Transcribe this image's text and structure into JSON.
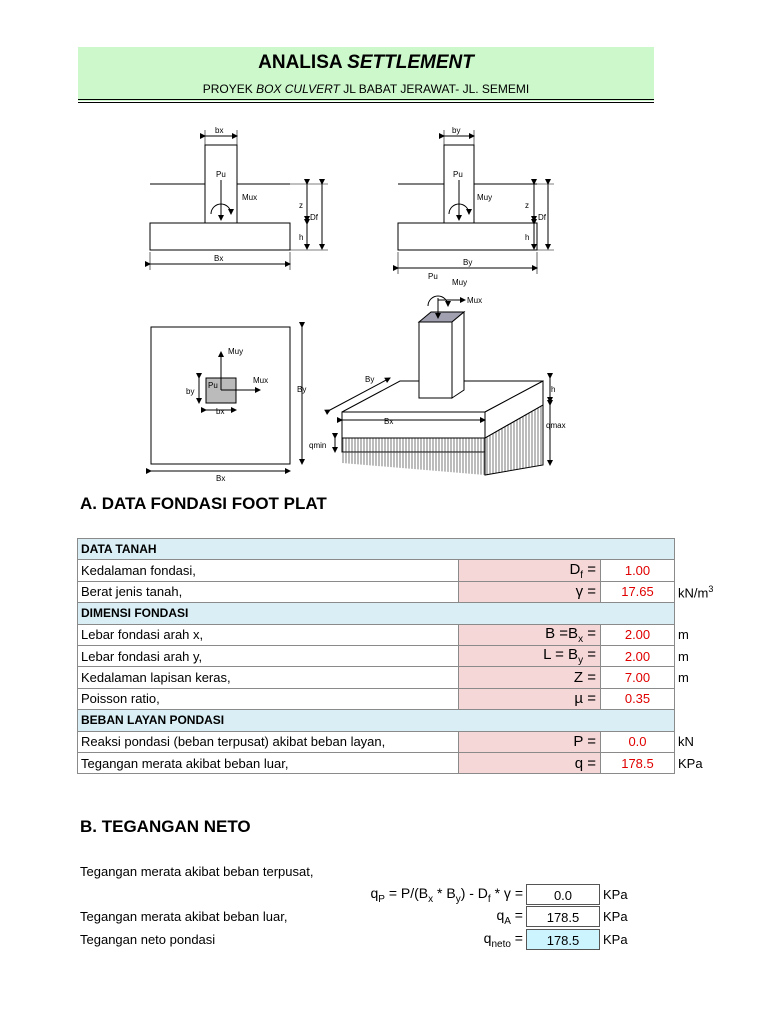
{
  "header": {
    "title_main": "ANALISA ",
    "title_italic": "SETTLEMENT",
    "subtitle_pre": "PROYEK ",
    "subtitle_italic": "BOX CULVERT",
    "subtitle_post": " JL BABAT JERAWAT- JL. SEMEMI"
  },
  "diagram": {
    "bx": "bx",
    "by": "by",
    "Bx": "Bx",
    "By": "By",
    "Pu": "Pu",
    "Mux": "Mux",
    "Muy": "Muy",
    "z": "z",
    "h": "h",
    "Df": "Df",
    "qmin": "qmin",
    "qmax": "qmax"
  },
  "section_a": "A. DATA FONDASI FOOT PLAT",
  "table": {
    "hdr_tanah": "DATA TANAH",
    "rows_tanah": [
      {
        "desc": "Kedalaman fondasi,",
        "sym": "Df =",
        "val": "1.00",
        "unit": ""
      },
      {
        "desc": "Berat jenis tanah,",
        "sym": "γ =",
        "val": "17.65",
        "unit": "kN/m3"
      }
    ],
    "hdr_dimensi": "DIMENSI FONDASI",
    "rows_dimensi": [
      {
        "desc": "Lebar fondasi arah x,",
        "sym": "B =Bx =",
        "val": "2.00",
        "unit": "m"
      },
      {
        "desc": "Lebar fondasi arah y,",
        "sym": "L = By =",
        "val": "2.00",
        "unit": "m"
      },
      {
        "desc": "Kedalaman lapisan keras,",
        "sym": "Z =",
        "val": "7.00",
        "unit": "m"
      },
      {
        "desc": "Poisson ratio,",
        "sym": "µ =",
        "val": "0.35",
        "unit": ""
      }
    ],
    "hdr_beban": "BEBAN LAYAN PONDASI",
    "rows_beban": [
      {
        "desc": "Reaksi pondasi (beban terpusat) akibat beban layan,",
        "sym": "P =",
        "val": "0.0",
        "unit": "kN"
      },
      {
        "desc": "Tegangan merata akibat beban luar,",
        "sym": "q =",
        "val": "178.5",
        "unit": "KPa"
      }
    ]
  },
  "section_b": "B. TEGANGAN NETO",
  "neto": {
    "line1": "Tegangan merata akibat beban terpusat,",
    "formula_qp": "qP = P/(Bx * By) - Df * γ =",
    "qp_val": "0.0",
    "qp_unit": "KPa",
    "line2": "Tegangan merata akibat beban luar,",
    "qa_label": "qA =",
    "qa_val": "178.5",
    "qa_unit": "KPa",
    "line3": "Tegangan neto pondasi",
    "qneto_label": "qneto =",
    "qneto_val": "178.5",
    "qneto_unit": "KPa"
  },
  "colors": {
    "title_band": "#ccf8cc",
    "header_row": "#d9eef5",
    "symbol_cell": "#f5d7d7",
    "value_red": "#e00000",
    "qneto_box": "#ccf4ff"
  }
}
